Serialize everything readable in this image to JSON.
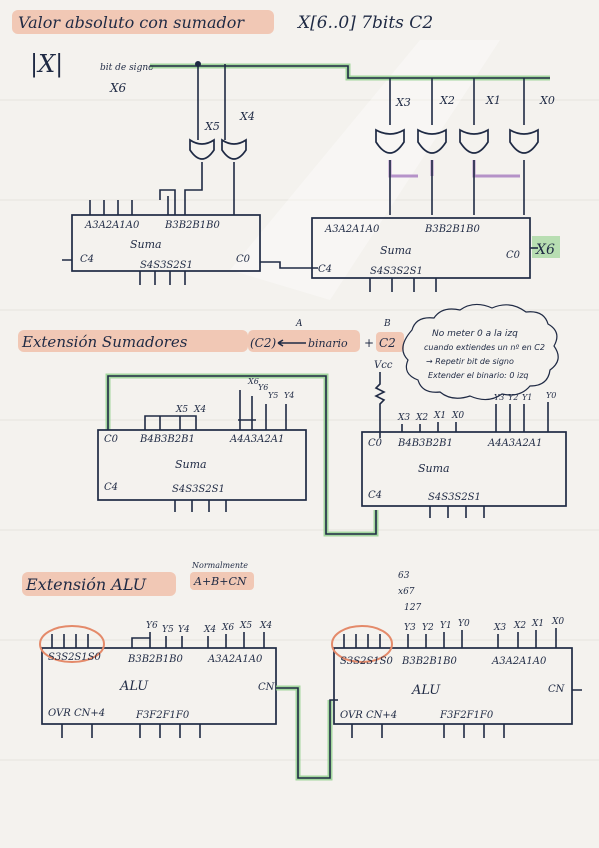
{
  "titles": {
    "valor_absoluto": "Valor absoluto con sumador",
    "spec": "X[6..0] 7bits C2",
    "abs_x": "|X|",
    "extension_sumadores": "Extensión Sumadores",
    "ext_formula_left": "(C2)",
    "ext_formula_arrow_label": "A",
    "ext_formula_middle": "binario",
    "ext_formula_plus": "+",
    "ext_formula_right_top": "B",
    "ext_formula_right": "C2",
    "extension_alu": "Extensión ALU",
    "alu_note_top": "Normalmente",
    "alu_note_formula": "A+B+CN"
  },
  "note": {
    "line1": "No meter 0 a la izq",
    "line2": "cuando extiendes un nº en C2",
    "line3": "→ Repetir bit de signo",
    "line4": "Extender el binario: 0 izq"
  },
  "section1": {
    "bit_sign_label": "bit de signo",
    "x6_label": "X6",
    "xor_inputs_left": [
      "X5",
      "X4"
    ],
    "xor_inputs_right": [
      "X3",
      "X2",
      "X1",
      "X0"
    ],
    "sum_left": {
      "name": "Suma",
      "a_pins": "A3A2A1A0",
      "b_pins": "B3B2B1B0",
      "c4": "C4",
      "c0": "C0",
      "s_pins": "S4S3S2S1"
    },
    "sum_right": {
      "name": "Suma",
      "a_pins": "A3A2A1A0",
      "b_pins": "B3B2B1B0",
      "c4": "C4",
      "c0": "C0",
      "s_pins": "S4S3S2S1",
      "carry_in_label": "X6"
    }
  },
  "section2": {
    "vcc": "Vcc",
    "sum_left": {
      "name": "Suma",
      "top_inputs": [
        "X5",
        "X4"
      ],
      "right_inputs": [
        "X6",
        "Y6",
        "Y5",
        "Y4"
      ],
      "b_pins": "B4B3B2B1",
      "a_pins": "A4A3A2A1",
      "c0": "C0",
      "c4": "C4",
      "s_pins": "S4S3S2S1"
    },
    "sum_right": {
      "name": "Suma",
      "x_inputs": [
        "X3",
        "X2",
        "X1",
        "X0"
      ],
      "y_inputs": [
        "Y3",
        "Y2",
        "Y1",
        "Y0"
      ],
      "b_pins": "B4B3B2B1",
      "a_pins": "A4A3A2A1",
      "c0": "C0",
      "c4": "C4",
      "s_pins": "S4S3S2S1"
    }
  },
  "section3": {
    "side_notes": [
      "63",
      "x67",
      "127"
    ],
    "alu_left": {
      "name": "ALU",
      "s_pins": "S3S2S1S0",
      "b_pins": "B3B2B1B0",
      "a_pins": "A3A2A1A0",
      "top_inputs": [
        "Y6",
        "Y5",
        "Y4",
        "X4",
        "X6",
        "X5",
        "X4"
      ],
      "cn": "CN",
      "bottom": "OVR CN+4",
      "f_pins": "F3F2F1F0"
    },
    "alu_right": {
      "name": "ALU",
      "s_pins": "S3S2S1S0",
      "b_pins": "B3B2B1B0",
      "a_pins": "A3A2A1A0",
      "y_inputs": [
        "Y3",
        "Y2",
        "Y1",
        "Y0"
      ],
      "x_inputs": [
        "X3",
        "X2",
        "X1",
        "X0"
      ],
      "cn": "CN",
      "bottom": "OVR CN+4",
      "f_pins": "F3F2F1F0"
    }
  }
}
